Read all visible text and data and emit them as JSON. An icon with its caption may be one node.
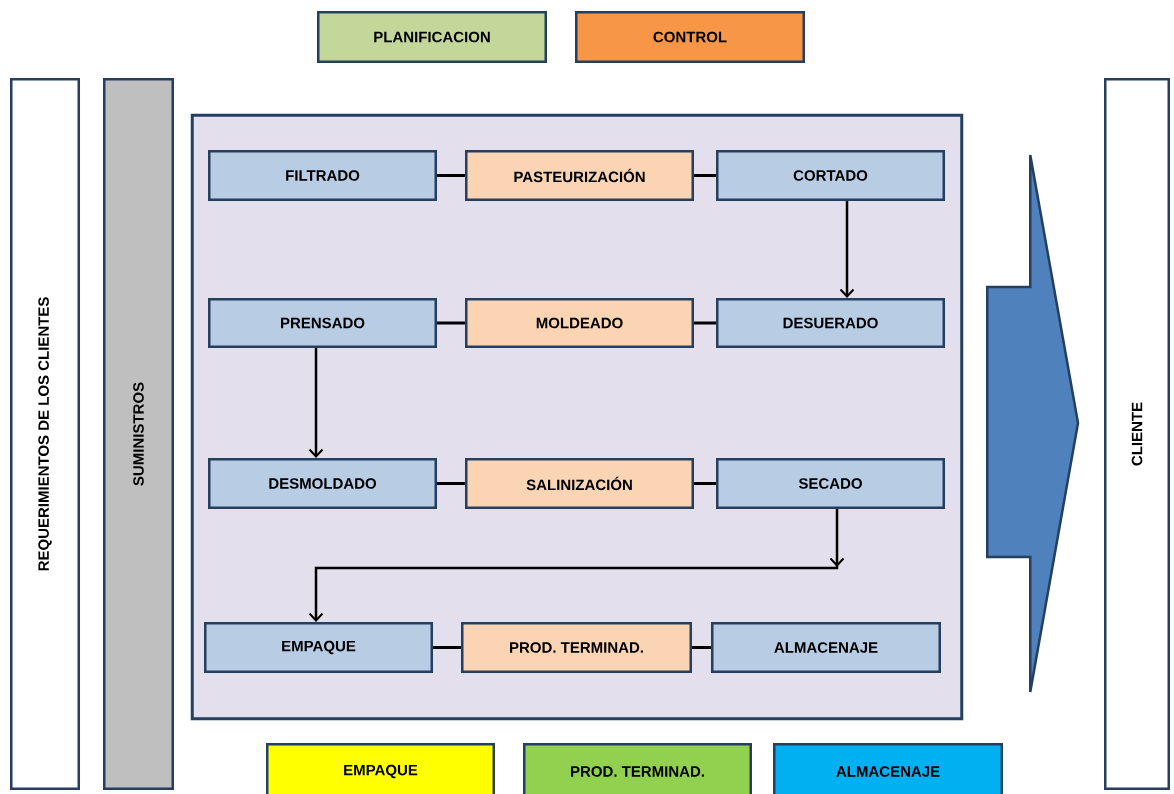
{
  "diagram": {
    "nodes": [
      {
        "text": [
          "PLANIFICACION"
        ]
      },
      {
        "text": [
          "CONTROL"
        ]
      },
      {
        "text": [
          "REQUERIMIENTOS DE LOS CLIENTES"
        ]
      },
      {
        "text": [
          "SUMINISTROS"
        ]
      },
      {
        "text": [],
        "shape": "box"
      },
      {
        "text": [
          "FILTRADO"
        ],
        "in": 4
      },
      {
        "text": [
          "PASTEURIZACIÓN"
        ],
        "in": 4
      },
      {
        "text": [
          "CORTADO"
        ],
        "in": 4
      },
      {
        "text": [
          "PRENSADO"
        ],
        "in": 4
      },
      {
        "text": [
          "MOLDEADO"
        ],
        "in": 4
      },
      {
        "text": [
          "DESUERADO"
        ],
        "in": 4
      },
      {
        "text": [
          "DESMOLDADO"
        ],
        "in": 4
      },
      {
        "text": [
          "SALINIZACIÓN"
        ],
        "in": 4
      },
      {
        "text": [
          "SECADO"
        ],
        "in": 4
      },
      {
        "text": [
          "EMPAQUE"
        ],
        "in": 4
      },
      {
        "text": [
          "PROD. TERMINAD."
        ],
        "in": 4
      },
      {
        "text": [
          "ALMACENAJE"
        ],
        "in": 4
      },
      {
        "text": [
          "CLIENTE"
        ]
      },
      {
        "text": [
          "EMPAQUE"
        ]
      },
      {
        "text": [
          "PROD. TERMINAD."
        ]
      },
      {
        "text": [
          "ALMACENAJE"
        ]
      }
    ],
    "edges": [
      {
        "from": 5,
        "to": 6,
        "arrow": "none"
      },
      {
        "from": 6,
        "to": 7,
        "arrow": "none"
      },
      {
        "from": 7,
        "to": 10,
        "arrow": "to"
      },
      {
        "from": 8,
        "to": 9,
        "arrow": "none"
      },
      {
        "from": 9,
        "to": 10,
        "arrow": "none"
      },
      {
        "from": 8,
        "to": 11,
        "arrow": "to"
      },
      {
        "from": 11,
        "to": 12,
        "arrow": "none"
      },
      {
        "from": 12,
        "to": 13,
        "arrow": "none"
      },
      {
        "from": 13,
        "to": 14,
        "arrow": "to"
      },
      {
        "from": 14,
        "to": 15,
        "arrow": "none"
      },
      {
        "from": 15,
        "to": 16,
        "arrow": "none"
      },
      {
        "from": 4,
        "to": 17,
        "arrow": "to"
      }
    ]
  }
}
